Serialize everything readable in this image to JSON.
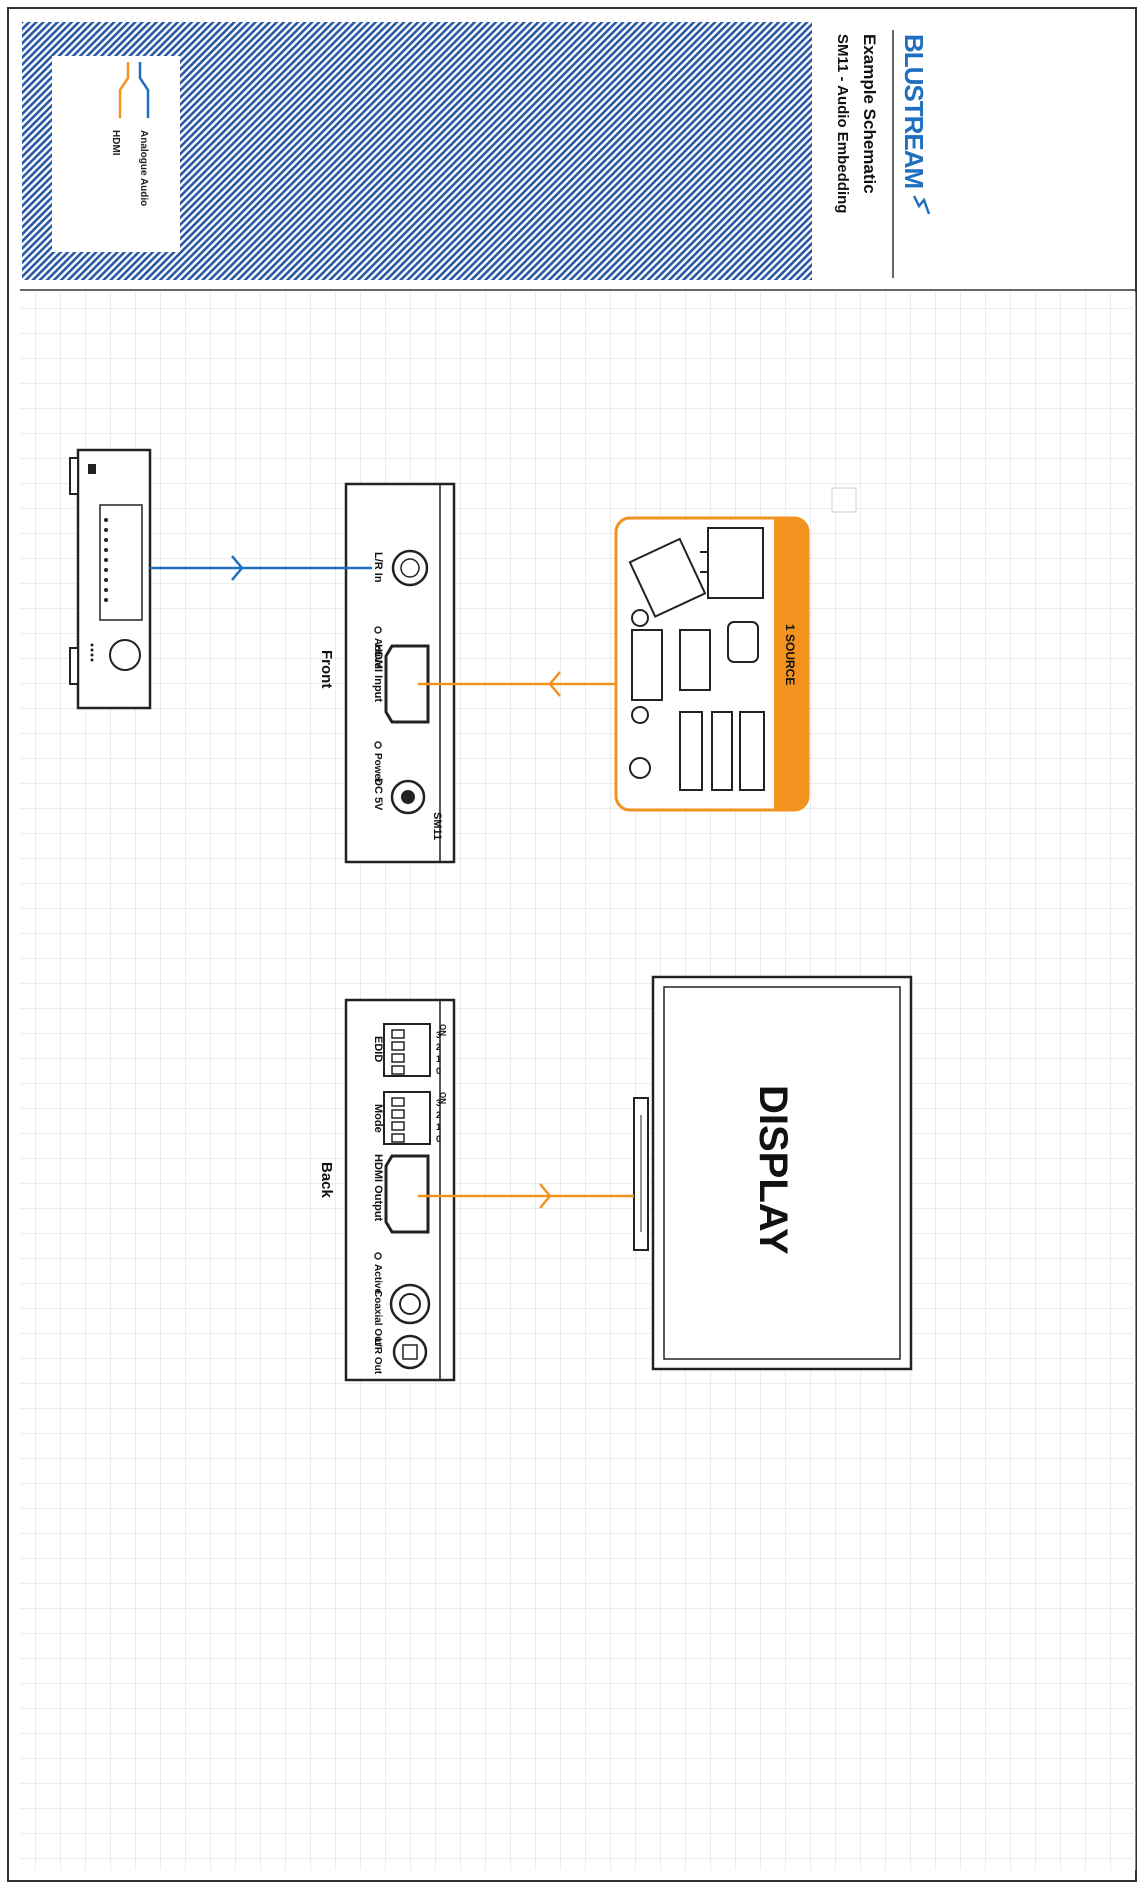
{
  "header": {
    "brand": "BLUSTREAM",
    "title_line1": "Example Schematic",
    "title_line2": "SM11 - Audio Embedding"
  },
  "legend": {
    "items": [
      {
        "label": "Analogue Audio",
        "color": "#1f6fbf"
      },
      {
        "label": "HDMI",
        "color": "#f2921f"
      }
    ]
  },
  "front_panel": {
    "caption": "Front",
    "model": "SM11",
    "ports": [
      "L/R In",
      "HDMI Input",
      "DC 5V"
    ],
    "leds": [
      "Active",
      "Power"
    ]
  },
  "back_panel": {
    "caption": "Back",
    "ports": [
      "EDID",
      "Mode",
      "HDMI Output",
      "Coaxial Out",
      "L/R Out"
    ],
    "switch_labels": [
      "3",
      "2",
      "1",
      "0"
    ],
    "switch_state_labels": [
      "ON",
      "ON"
    ],
    "leds": [
      "Active"
    ]
  },
  "source_panel": {
    "label": "1 SOURCE"
  },
  "display": {
    "label": "DISPLAY"
  },
  "colors": {
    "hdmi": "#f2921f",
    "audio": "#1f6fbf",
    "brand": "#1f6fbf",
    "header_pattern": "#2a57a6"
  }
}
